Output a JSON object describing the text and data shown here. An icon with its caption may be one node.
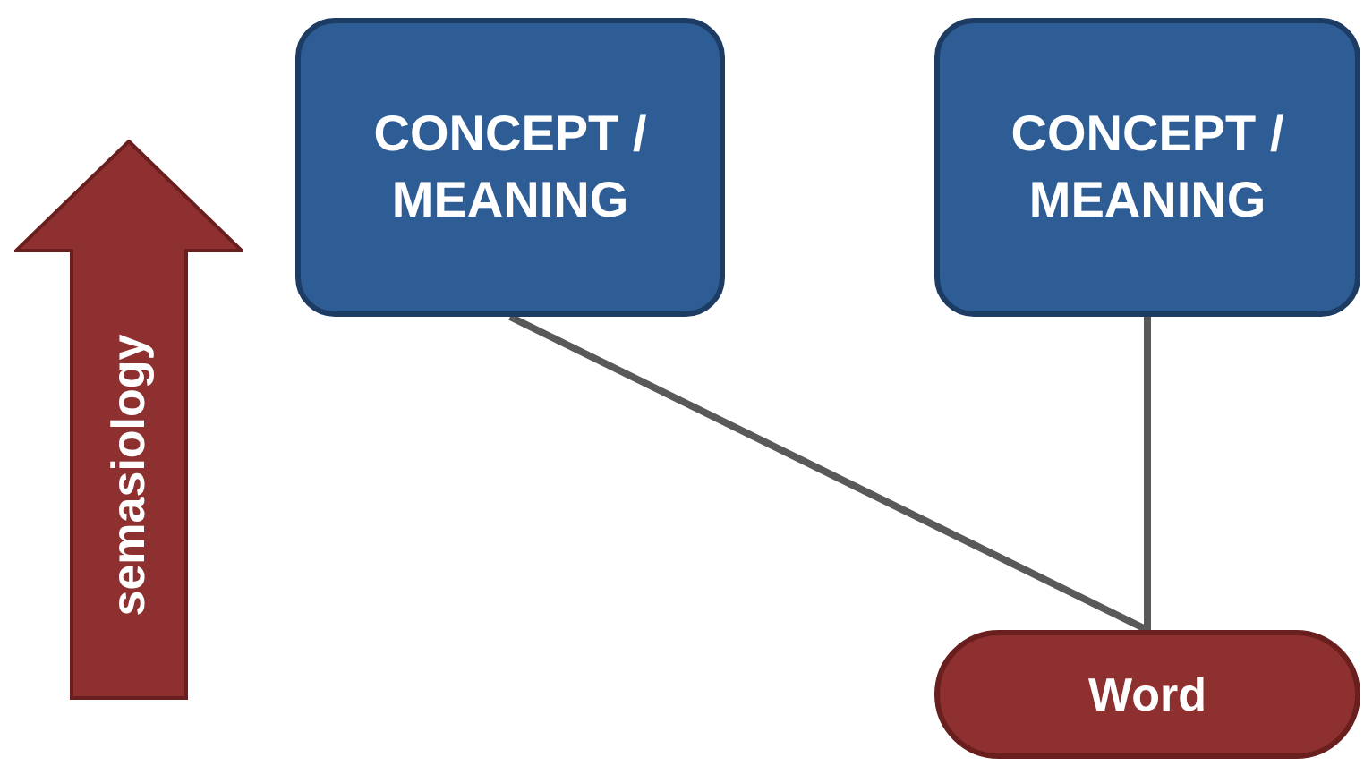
{
  "diagram": {
    "nodes": [
      {
        "text": [
          "CONCEPT / MEANING"
        ]
      },
      {
        "text": [
          "CONCEPT / MEANING"
        ]
      },
      {
        "text": [
          "semasiology"
        ]
      },
      {
        "text": [
          "Word"
        ]
      }
    ],
    "edges": [
      {
        "from": 0,
        "to": 3,
        "arrow": "none"
      },
      {
        "from": 1,
        "to": 3,
        "arrow": "none"
      }
    ]
  }
}
